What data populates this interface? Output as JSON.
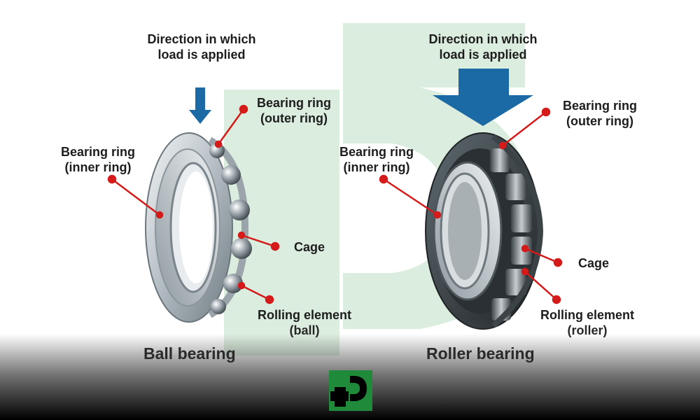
{
  "colors": {
    "watermark": "#cfe7d3",
    "arrow": "#1b6aa5",
    "leader_line": "#d51a1a",
    "text": "#1d1d1d",
    "logo_green": "#1f8a3a"
  },
  "ball_bearing": {
    "direction_label": [
      "Direction in which",
      "load is applied"
    ],
    "outer_ring_label": [
      "Bearing ring",
      "(outer ring)"
    ],
    "inner_ring_label": [
      "Bearing ring",
      "(inner ring)"
    ],
    "cage_label": "Cage",
    "rolling_label": [
      "Rolling element",
      "(ball)"
    ],
    "title": "Ball bearing"
  },
  "roller_bearing": {
    "direction_label": [
      "Direction in which",
      "load is applied"
    ],
    "outer_ring_label": [
      "Bearing ring",
      "(outer ring)"
    ],
    "inner_ring_label": [
      "Bearing ring",
      "(inner ring)"
    ],
    "cage_label": "Cage",
    "rolling_label": [
      "Rolling element",
      "(roller)"
    ],
    "title": "Roller bearing"
  },
  "logo": {
    "icon": "pd-logo-icon"
  }
}
